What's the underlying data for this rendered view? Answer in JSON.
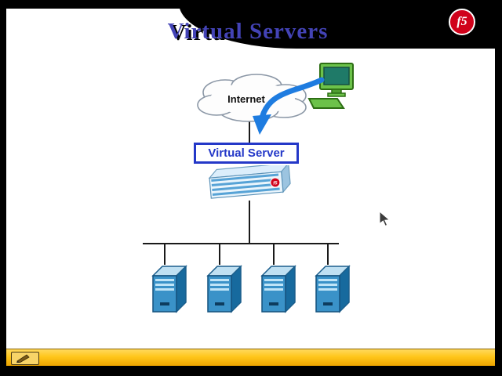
{
  "slide": {
    "title": "Virtual Servers",
    "logo": {
      "text": "f5"
    },
    "diagram": {
      "cloud_label": "Internet",
      "virtual_server_label": "Virtual Server",
      "appliance_badge": "f5",
      "server_count": 4,
      "nodes": [
        "client-computer",
        "internet-cloud",
        "virtual-server-box",
        "f5-appliance",
        "server-tower x4"
      ],
      "connections": [
        "client-computer -> internet-cloud (blue curved arrow)",
        "internet-cloud -> virtual-server-box",
        "f5-appliance -> server-bus",
        "server-bus -> 4 server towers"
      ]
    }
  },
  "toolbar": {
    "annotation_tool": "pen"
  },
  "colors": {
    "title_blue": "#4343b6",
    "box_border_blue": "#2438c8",
    "arrow_blue": "#1e7ce0",
    "logo_red": "#d0021b",
    "bar_yellow": "#ffc61a",
    "server_blue": "#3a92c8",
    "computer_green": "#6cc24a",
    "background_black": "#000000"
  }
}
